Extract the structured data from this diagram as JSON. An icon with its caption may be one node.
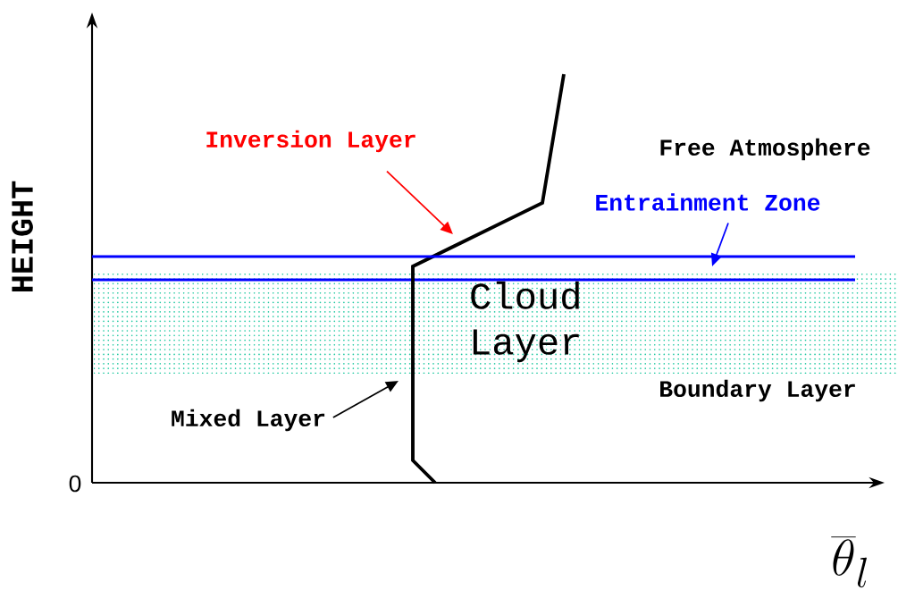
{
  "diagram": {
    "nodes": [
      {
        "text": [
          "Inversion Layer"
        ]
      },
      {
        "text": [
          "Entrainment Zone"
        ]
      },
      {
        "text": [
          "Mixed Layer"
        ]
      },
      {
        "text": [],
        "shape": "line"
      },
      {
        "text": [],
        "shape": "line"
      }
    ],
    "edges": [
      {
        "from": 0,
        "to": 3,
        "arrow": "to",
        "color": "#ff0000"
      },
      {
        "from": 1,
        "to": 4,
        "arrow": "to",
        "color": "#0000ff"
      },
      {
        "from": 2,
        "to": 3,
        "arrow": "to",
        "color": "#000000"
      }
    ],
    "labels": [
      "HEIGHT",
      "Free Atmosphere",
      "Cloud Layer",
      "Boundary Layer",
      "0",
      "\\overline{\\theta}_{l}"
    ]
  }
}
